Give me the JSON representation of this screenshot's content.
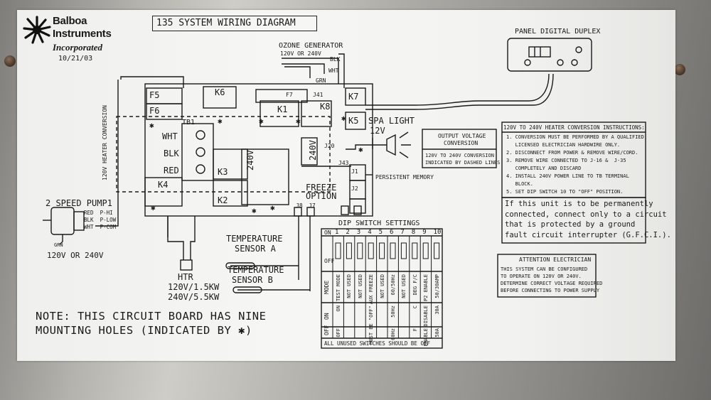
{
  "brand": {
    "line1": "Balboa",
    "line2": "Instruments",
    "line3": "Incorporated",
    "date": "10/21/03"
  },
  "title": "135 SYSTEM WIRING DIAGRAM",
  "ozone": {
    "label": "OZONE GENERATOR",
    "voltage": "120V OR 240V",
    "blk": "BLK",
    "wht": "WHT",
    "grn": "GRN"
  },
  "panel": {
    "label": "PANEL DIGITAL DUPLEX"
  },
  "board": {
    "f5": "F5",
    "f6": "F6",
    "k6": "K6",
    "k7": "K7",
    "k1": "K1",
    "k8": "K8",
    "k5": "K5",
    "k3": "K3",
    "k4": "K4",
    "k2": "K2",
    "f7": "F7",
    "j41": "J41",
    "tb1": "TB1",
    "wht": "WHT",
    "blk": "BLK",
    "red": "RED",
    "v240a": "240V",
    "v240b": "240V",
    "j1": "J1",
    "j2": "J2",
    "j8": "J8",
    "j7": "J7",
    "j43": "J43",
    "j20": "J20",
    "freeze": "FREEZE",
    "option": "OPTION",
    "heater_conv": "120V HEATER CONVERSION"
  },
  "spa_light": {
    "label": "SPA LIGHT",
    "voltage": "12V"
  },
  "output_voltage": {
    "title1": "OUTPUT VOLTAGE",
    "title2": "CONVERSION",
    "body1": "120V TO 240V CONVERSION",
    "body2": "INDICATED BY DASHED LINES"
  },
  "persistent": "PERSISTENT MEMORY",
  "instructions": {
    "title": "120V TO 240V HEATER CONVERSION INSTRUCTIONS:",
    "steps": [
      "1. CONVERSION MUST BE PERFORMED BY A QUALIFIED,",
      "   LICENSED ELECTRICIAN HARDWIRE ONLY.",
      "2. DISCONNECT FROM POWER & REMOVE WIRE/CORD.",
      "3. REMOVE WIRE CONNECTED TO J-16 &  J-35",
      "   COMPLETELY AND DISCARD",
      "4. INSTALL 240V POWER LINE TO TB TERMINAL",
      "   BLOCK.",
      "5. SET DIP SWITCH 10 TO \"OFF\" POSITION."
    ],
    "warning": [
      "If this unit is to be permanently",
      "connected, connect only to a circuit",
      "that is protected by a ground",
      "fault circuit interrupter (G.F.C.I.)."
    ]
  },
  "attention": {
    "title": "ATTENTION ELECTRICIAN",
    "lines": [
      "THIS SYSTEM CAN BE CONFIGURED",
      "TO OPERATE ON 120V OR 240V.",
      "DETERMINE CORRECT VOLTAGE REQUIRED",
      "BEFORE CONNECTING TO POWER SUPPLY"
    ]
  },
  "pump": {
    "label": "2 SPEED PUMP1",
    "voltage": "120V OR 240V",
    "grn": "GRN",
    "wires": [
      "RED  P-HI",
      "BLK  P-LOW",
      "WHT  P-COM"
    ]
  },
  "heater": {
    "label": "HTR",
    "rating1": "120V/1.5KW",
    "rating2": "240V/5.5KW"
  },
  "temp_a": {
    "line1": "TEMPERATURE",
    "line2": "SENSOR A"
  },
  "temp_b": {
    "line1": "TEMPERATURE",
    "line2": "SENSOR B"
  },
  "note": {
    "line1": "NOTE: THIS CIRCUIT BOARD HAS NINE",
    "line2": "MOUNTING HOLES (INDICATED BY ✱)"
  },
  "dip": {
    "title": "DIP SWITCH SETTINGS",
    "header": "ON",
    "off": "OFF",
    "numbers": [
      "1",
      "2",
      "3",
      "4",
      "5",
      "6",
      "7",
      "8",
      "9",
      "10"
    ],
    "row_labels": {
      "mode": "MODE",
      "on": "ON",
      "off": "OFF"
    },
    "modes": [
      "TEST MODE",
      "NOT USED",
      "NOT USED",
      "AUX FREEZE",
      "NOT USED",
      "60/50Hz",
      "NOT USED",
      "DEG F/C",
      "P2 ENABLE",
      "50/30AMP"
    ],
    "on_vals": [
      "ON",
      "",
      "",
      "MUST BE \"OFF\"",
      "",
      "50Hz",
      "",
      "C",
      "DISABLE",
      "30A"
    ],
    "off_vals": [
      "OFF",
      "",
      "",
      "",
      "",
      "60Hz",
      "",
      "F",
      "ENABLE",
      "50A"
    ],
    "footer": "ALL UNUSED SWITCHES SHOULD BE OFF"
  }
}
